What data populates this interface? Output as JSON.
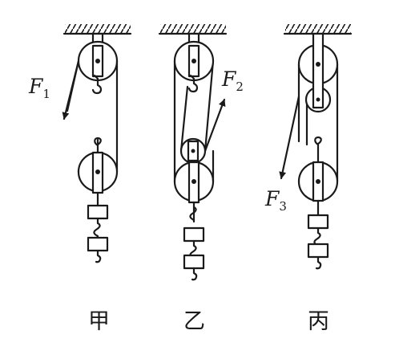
{
  "colors": {
    "ink": "#1a1a1a",
    "background": "#ffffff"
  },
  "setups": [
    {
      "caption": "甲",
      "force_symbol": "F",
      "force_subscript": "1"
    },
    {
      "caption": "乙",
      "force_symbol": "F",
      "force_subscript": "2"
    },
    {
      "caption": "丙",
      "force_symbol": "F",
      "force_subscript": "3"
    }
  ]
}
